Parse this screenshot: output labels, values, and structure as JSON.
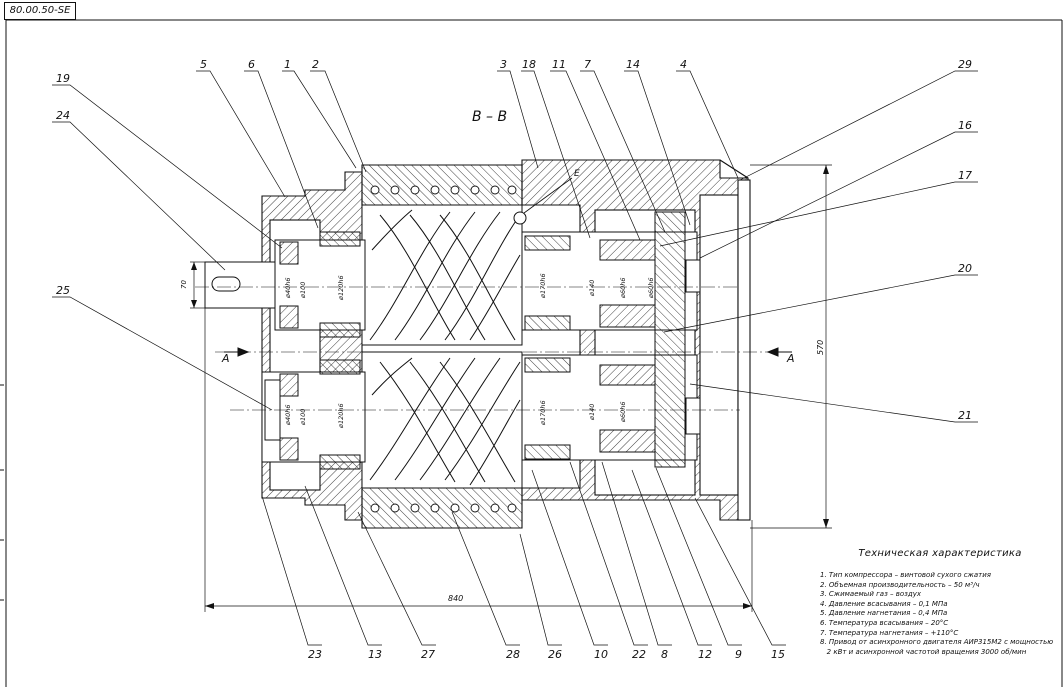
{
  "doc_code": "80.00.50-SE",
  "section_label": "B – B",
  "detail_label": "E",
  "cut_label": "A",
  "dims": {
    "overall_length": "840",
    "overall_height": "570",
    "shaft_diameter": "70"
  },
  "diameters": [
    "ø40h6",
    "ø100",
    "ø120h6",
    "ø40h6",
    "ø100",
    "ø120h6",
    "ø170h6",
    "ø140",
    "ø60h6",
    "ø60h6",
    "ø170h6",
    "ø140",
    "ø60h6"
  ],
  "callouts_top": [
    "5",
    "6",
    "1",
    "2",
    "3",
    "18",
    "11",
    "7",
    "14",
    "4"
  ],
  "callouts_left": [
    "19",
    "24",
    "25"
  ],
  "callouts_right": [
    "29",
    "16",
    "17",
    "20",
    "21"
  ],
  "callouts_bottom": [
    "23",
    "13",
    "27",
    "28",
    "26",
    "10",
    "22",
    "8",
    "12",
    "9",
    "15"
  ],
  "spec": {
    "title": "Техническая характеристика",
    "items": [
      "1. Тип компрессора – винтовой сухого сжатия",
      "2. Объемная производительность – 50 м³/ч",
      "3. Сжимаемый газ – воздух",
      "4. Давление всасывания – 0,1 МПа",
      "5. Давление нагнетания – 0,4 МПа",
      "6. Температура всасывания – 20°С",
      "7. Температура нагнетания – +110°С",
      "8. Привод от асинхронного двигателя АИР315М2 с мощностью",
      "   2 кВт и асинхронной частотой вращения 3000 об/мин"
    ]
  }
}
